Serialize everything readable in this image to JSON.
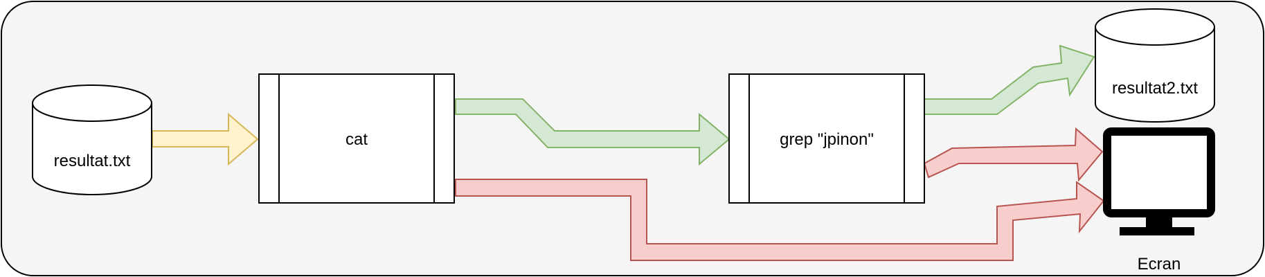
{
  "colors": {
    "background": "#f5f5f5",
    "border": "#000000",
    "input_arrow_fill": "#fff2cc",
    "input_arrow_stroke": "#d6b656",
    "stdout_arrow_fill": "#d5e8d4",
    "stdout_arrow_stroke": "#82b366",
    "stderr_arrow_fill": "#f8cecc",
    "stderr_arrow_stroke": "#b85450",
    "shape_fill": "#ffffff"
  },
  "nodes": {
    "input_file": {
      "label": "resultat.txt",
      "icon": "database-cylinder-icon"
    },
    "cat_process": {
      "label": "cat"
    },
    "grep_process": {
      "label": "grep \"jpinon\""
    },
    "output_file": {
      "label": "resultat2.txt",
      "icon": "database-cylinder-icon"
    },
    "screen": {
      "label": "Ecran",
      "icon": "monitor-icon"
    }
  },
  "edges": [
    {
      "from": "resultat.txt",
      "to": "cat",
      "style": "input"
    },
    {
      "from": "cat",
      "to": "grep \"jpinon\"",
      "style": "stdout"
    },
    {
      "from": "cat",
      "to": "Ecran",
      "style": "stderr"
    },
    {
      "from": "grep \"jpinon\"",
      "to": "resultat2.txt",
      "style": "stdout"
    },
    {
      "from": "grep \"jpinon\"",
      "to": "Ecran",
      "style": "stderr"
    }
  ]
}
